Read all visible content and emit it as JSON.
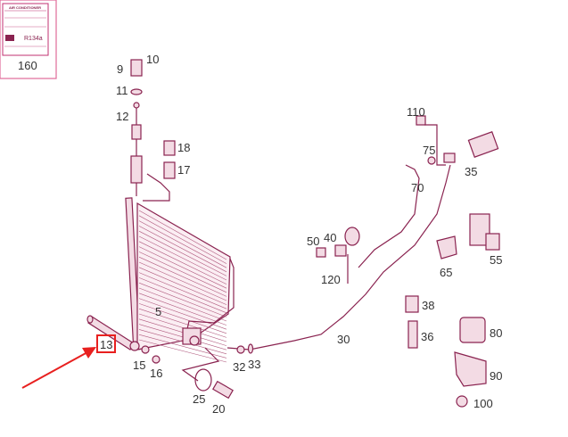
{
  "diagram": {
    "label_plate": {
      "heading": "AIR CONDITIONER",
      "refrigerant": "R134a",
      "number": "160"
    },
    "callouts": [
      "9",
      "10",
      "11",
      "12",
      "18",
      "17",
      "5",
      "13",
      "15",
      "16",
      "25",
      "20",
      "32",
      "33",
      "30",
      "110",
      "75",
      "35",
      "70",
      "50",
      "40",
      "120",
      "65",
      "55",
      "38",
      "36",
      "80",
      "90",
      "100"
    ],
    "highlighted_part": "13",
    "colors": {
      "parts": "#8a2350",
      "highlight": "#e8201f",
      "text": "#333333"
    }
  }
}
